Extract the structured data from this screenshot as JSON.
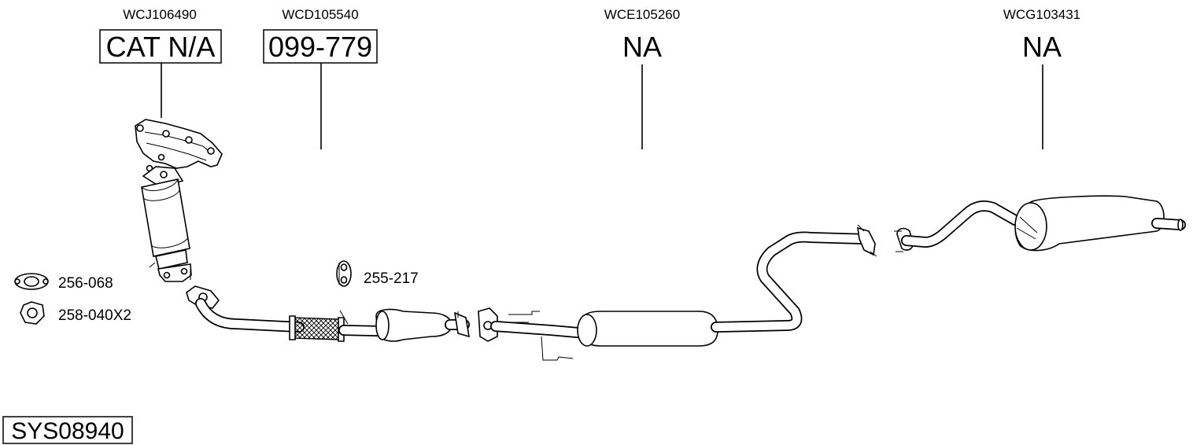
{
  "diagram": {
    "sections": [
      {
        "code": "WCJ106490",
        "label": "CAT N/A",
        "boxed": true
      },
      {
        "code": "WCD105540",
        "label": "099-779",
        "boxed": true
      },
      {
        "code": "WCE105260",
        "label": "NA",
        "boxed": false
      },
      {
        "code": "WCG103431",
        "label": "NA",
        "boxed": false
      }
    ],
    "parts": [
      {
        "number": "256-068",
        "icon": "gasket-icon"
      },
      {
        "number": "258-040X2",
        "icon": "hex-nut-icon"
      },
      {
        "number": "255-217",
        "icon": "rubber-mount-icon"
      }
    ],
    "system_code": "SYS08940"
  }
}
